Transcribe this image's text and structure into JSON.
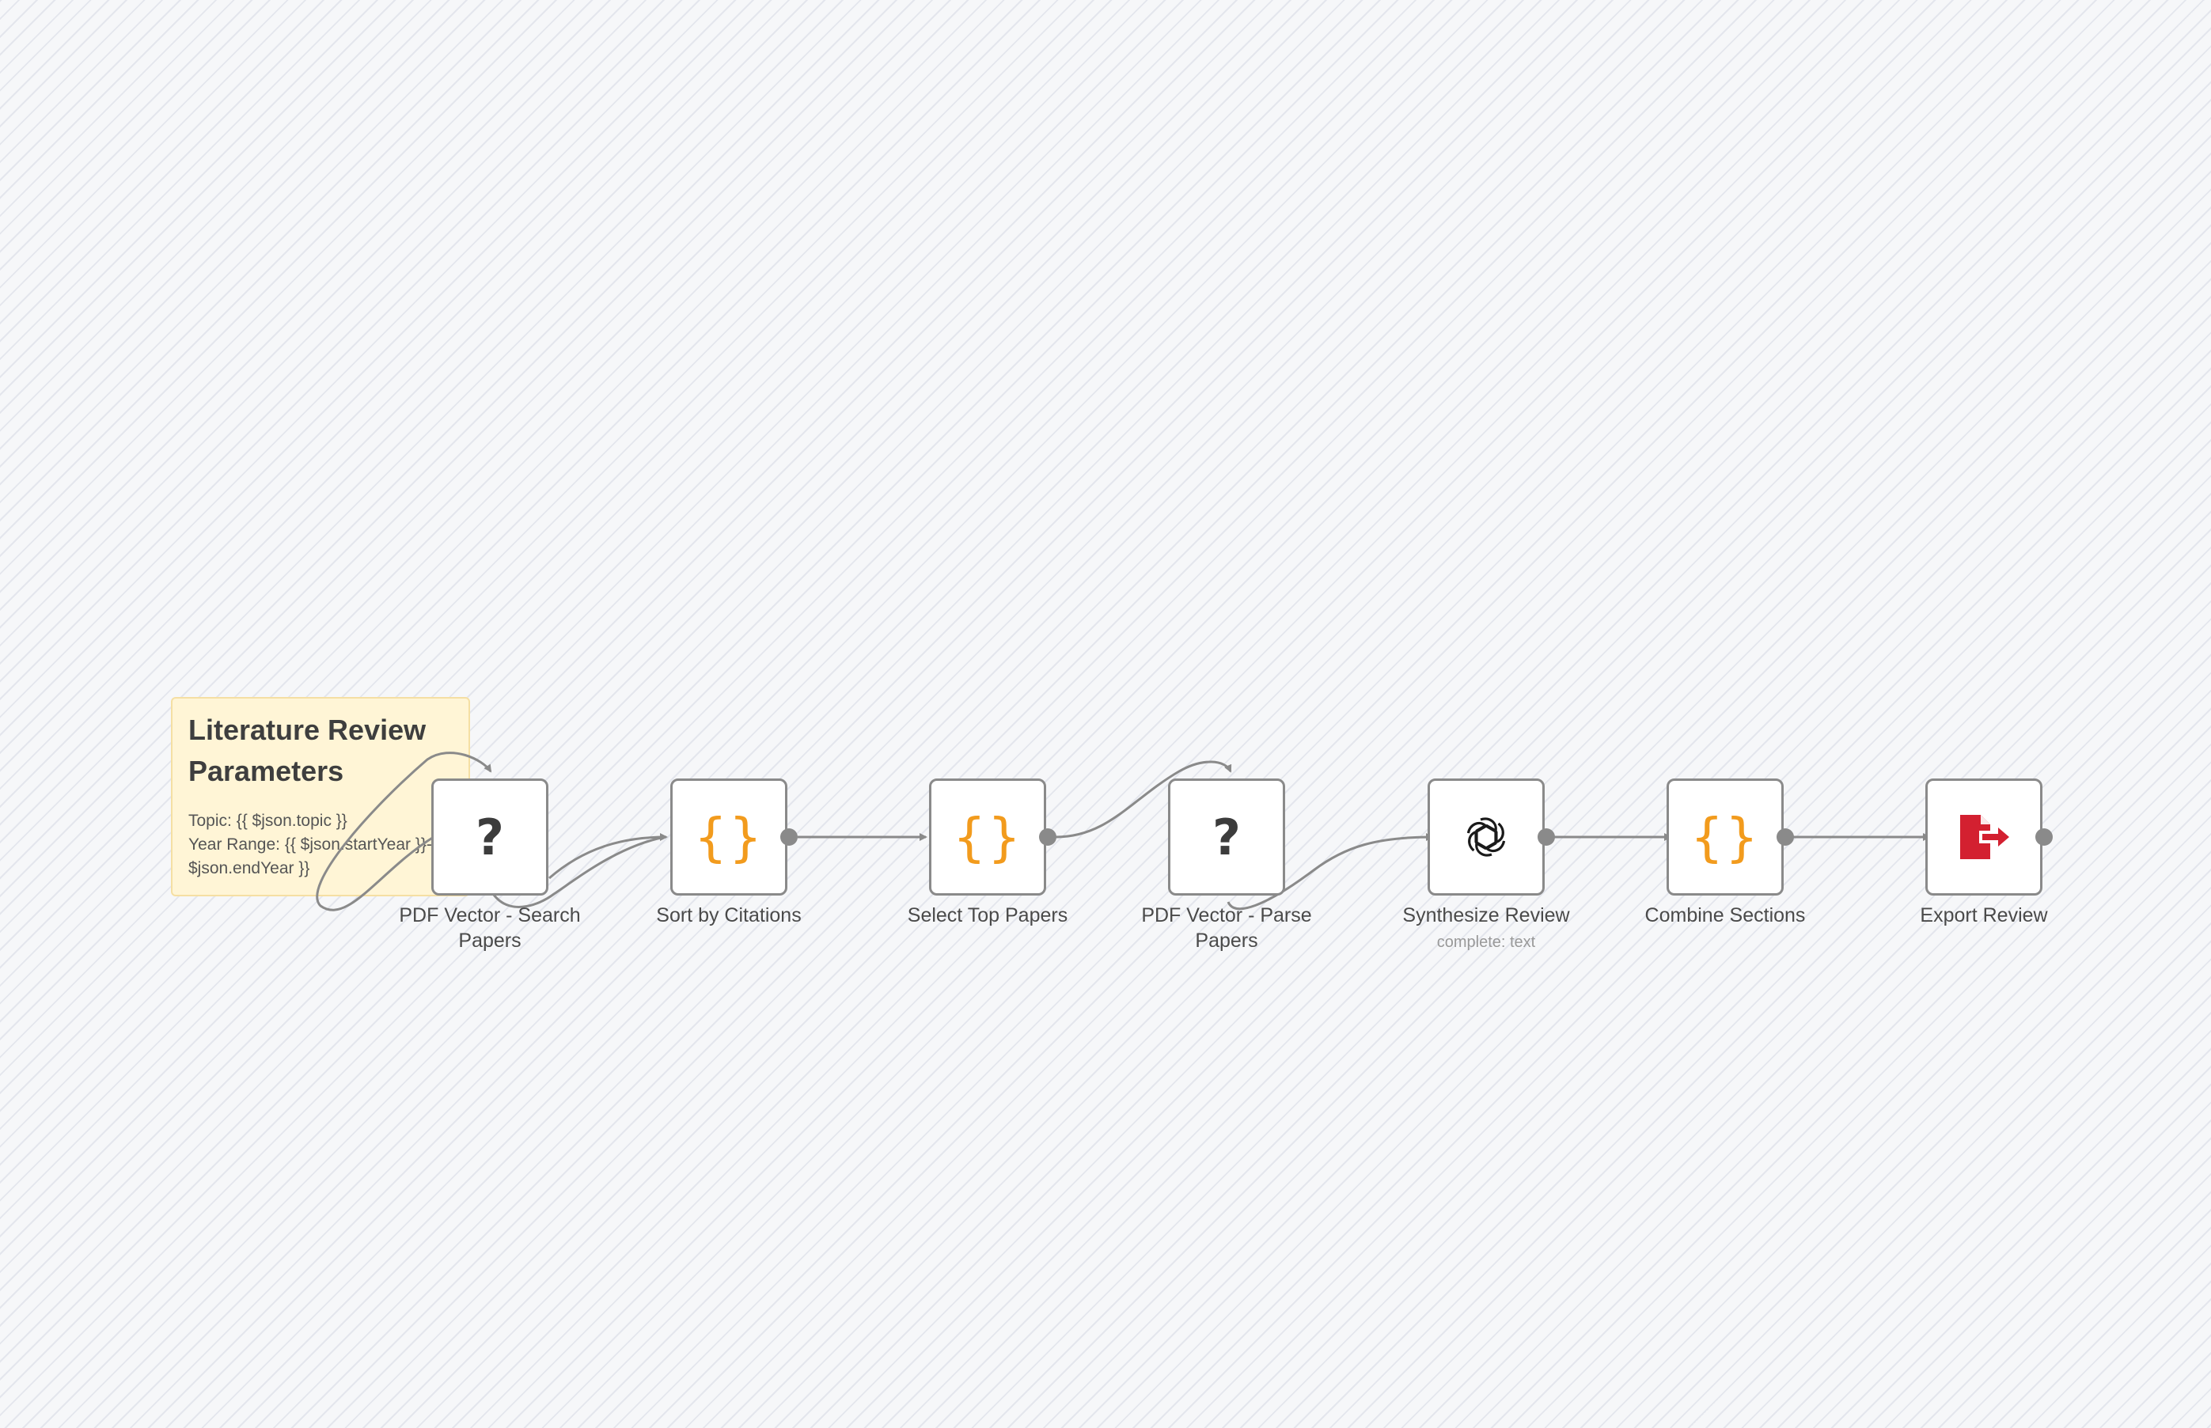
{
  "sticky_note": {
    "title": "Literature Review Parameters",
    "line1": "Topic: {{ $json.topic }}",
    "line2": "Year Range: {{ $json.startYear }}-{{ $json.endYear }}"
  },
  "nodes": [
    {
      "id": "pdf-vector-search",
      "label": "PDF Vector - Search Papers",
      "icon": "question-mark-icon",
      "icon_text": "?",
      "subtitle": ""
    },
    {
      "id": "sort-by-citations",
      "label": "Sort by Citations",
      "icon": "code-braces-icon",
      "icon_text": "{}",
      "subtitle": ""
    },
    {
      "id": "select-top-papers",
      "label": "Select Top Papers",
      "icon": "code-braces-icon",
      "icon_text": "{}",
      "subtitle": ""
    },
    {
      "id": "pdf-vector-parse",
      "label": "PDF Vector - Parse Papers",
      "icon": "question-mark-icon",
      "icon_text": "?",
      "subtitle": ""
    },
    {
      "id": "synthesize-review",
      "label": "Synthesize Review",
      "icon": "openai-icon",
      "icon_text": "",
      "subtitle": "complete: text"
    },
    {
      "id": "combine-sections",
      "label": "Combine Sections",
      "icon": "code-braces-icon",
      "icon_text": "{}",
      "subtitle": ""
    },
    {
      "id": "export-review",
      "label": "Export Review",
      "icon": "file-export-icon",
      "icon_text": "",
      "subtitle": ""
    }
  ],
  "colors": {
    "canvas_background": "#f6f7f9",
    "node_border": "#8a8a8a",
    "connection": "#8a8a8a",
    "braces_icon": "#f29b1d",
    "export_icon": "#d32030",
    "sticky_background": "#fff5d6",
    "sticky_border": "#f5dfa3"
  }
}
